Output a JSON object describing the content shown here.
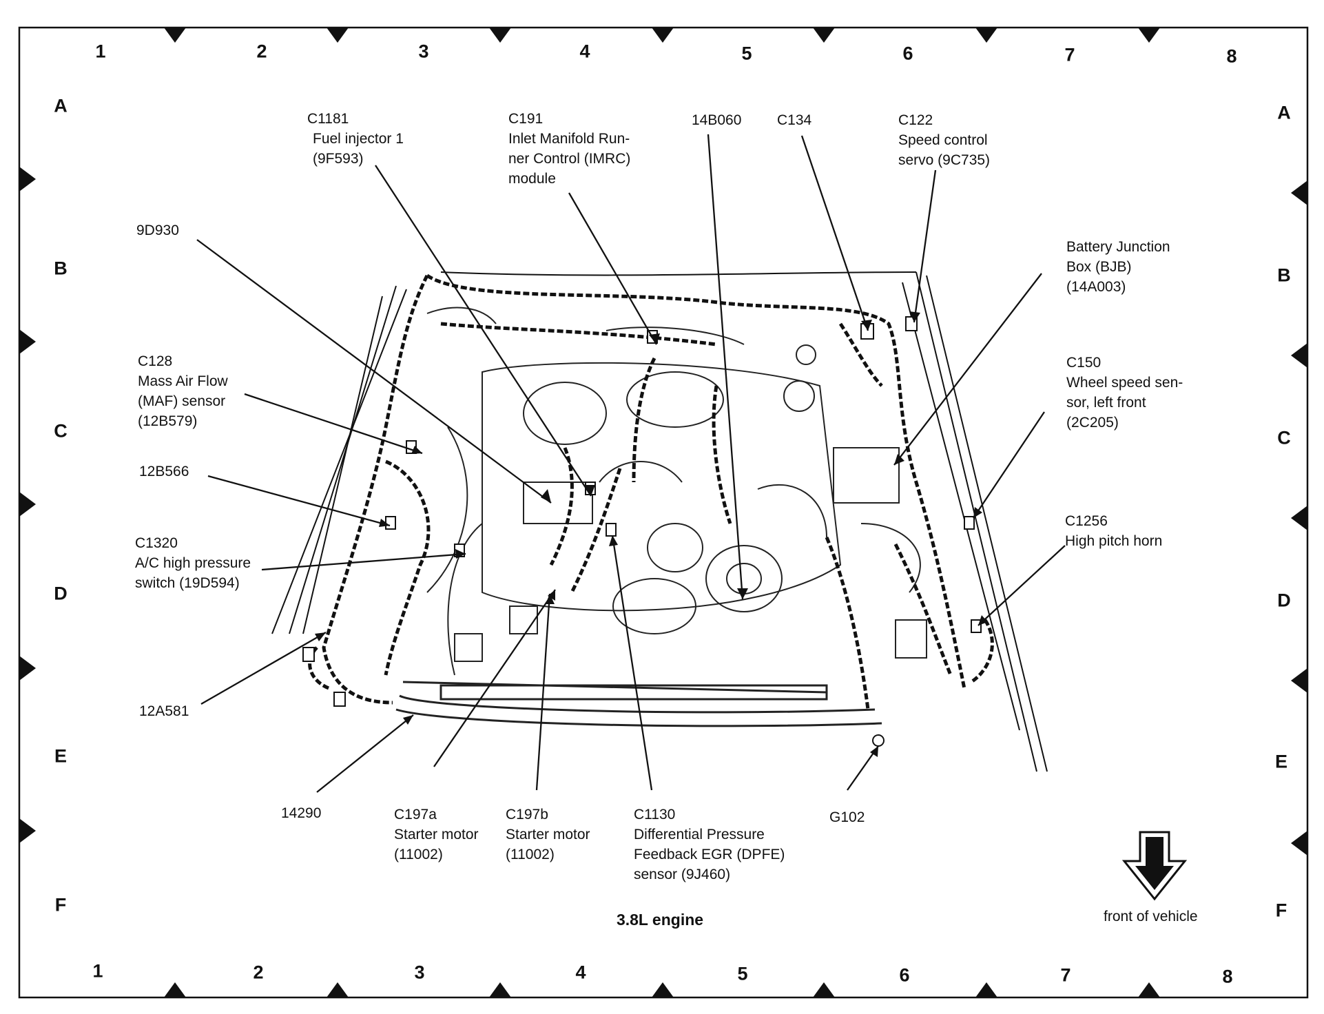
{
  "grid": {
    "columns": [
      "1",
      "2",
      "3",
      "4",
      "5",
      "6",
      "7",
      "8"
    ],
    "rows": [
      "A",
      "B",
      "C",
      "D",
      "E",
      "F"
    ]
  },
  "caption": "3.8L engine",
  "front_label": "front of vehicle",
  "components": [
    {
      "id": "C1181",
      "lines": [
        "C1181",
        "Fuel injector 1",
        "(9F593)"
      ]
    },
    {
      "id": "C191",
      "lines": [
        "C191",
        "Inlet Manifold Run-",
        "ner Control (IMRC)",
        "module"
      ]
    },
    {
      "id": "14B060",
      "lines": [
        "14B060"
      ]
    },
    {
      "id": "C134",
      "lines": [
        "C134"
      ]
    },
    {
      "id": "C122",
      "lines": [
        "C122",
        "Speed control",
        "servo (9C735)"
      ]
    },
    {
      "id": "9D930",
      "lines": [
        "9D930"
      ]
    },
    {
      "id": "BJB",
      "lines": [
        "Battery Junction",
        "Box (BJB)",
        "(14A003)"
      ]
    },
    {
      "id": "C128",
      "lines": [
        "C128",
        "Mass Air Flow",
        "(MAF) sensor",
        "(12B579)"
      ]
    },
    {
      "id": "C150",
      "lines": [
        "C150",
        "Wheel speed sen-",
        "sor, left front",
        "(2C205)"
      ]
    },
    {
      "id": "12B566",
      "lines": [
        "12B566"
      ]
    },
    {
      "id": "C1320",
      "lines": [
        "C1320",
        "A/C high pressure",
        "switch (19D594)"
      ]
    },
    {
      "id": "C1256",
      "lines": [
        "C1256",
        "High pitch horn"
      ]
    },
    {
      "id": "12A581",
      "lines": [
        "12A581"
      ]
    },
    {
      "id": "14290",
      "lines": [
        "14290"
      ]
    },
    {
      "id": "C197a",
      "lines": [
        "C197a",
        "Starter motor",
        "(11002)"
      ]
    },
    {
      "id": "C197b",
      "lines": [
        "C197b",
        "Starter motor",
        "(11002)"
      ]
    },
    {
      "id": "C1130",
      "lines": [
        "C1130",
        "Differential Pressure",
        "Feedback EGR (DPFE)",
        "sensor (9J460)"
      ]
    },
    {
      "id": "G102",
      "lines": [
        "G102"
      ]
    }
  ]
}
